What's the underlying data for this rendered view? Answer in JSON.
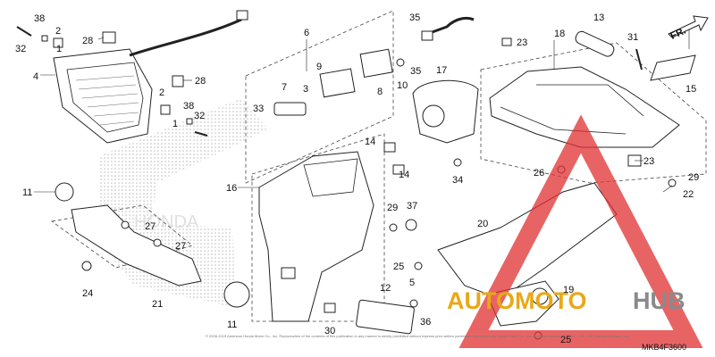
{
  "diagram": {
    "code": "MKB4F3600",
    "direction": "FR.",
    "copyright": "© 2006-2019 American Honda Motor Co., Inc. Reproduction of the contents of this publication in any manner is strictly prohibited without express prior written permission from American Honda Motor Co., Inc. All rights reserved. © 2001 - 2017 ARI Network Services, Inc.",
    "labels": [
      "1",
      "1",
      "2",
      "2",
      "4",
      "5",
      "6",
      "7",
      "8",
      "9",
      "10",
      "11",
      "11",
      "12",
      "13",
      "14",
      "14",
      "15",
      "16",
      "17",
      "18",
      "19",
      "20",
      "21",
      "22",
      "23",
      "23",
      "24",
      "25",
      "25",
      "26",
      "27",
      "27",
      "28",
      "28",
      "29",
      "29",
      "30",
      "31",
      "32",
      "32",
      "33",
      "34",
      "35",
      "35",
      "36",
      "37",
      "38",
      "38",
      "3"
    ]
  },
  "watermark": {
    "word1": "AUTOMOTO",
    "word2": "HUB",
    "color1": "#e8a818",
    "color2": "#8a8a8a",
    "triangle_color": "#e03030"
  }
}
